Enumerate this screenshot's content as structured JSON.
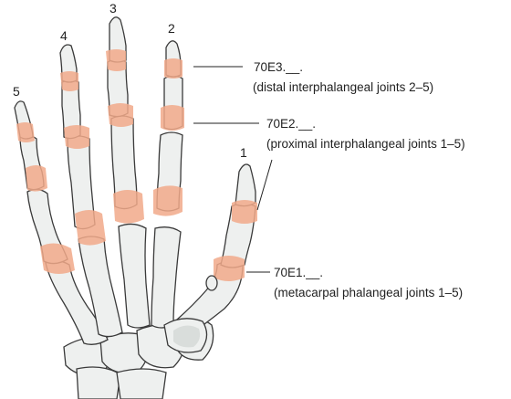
{
  "digits": [
    "1",
    "2",
    "3",
    "4",
    "5"
  ],
  "labels": [
    {
      "code": "70E3.__.",
      "description": "(distal interphalangeal joints 2–5)"
    },
    {
      "code": "70E2.__.",
      "description": "(proximal interphalangeal joints 1–5)"
    },
    {
      "code": "70E1.__.",
      "description": "(metacarpal phalangeal joints 1–5)"
    }
  ],
  "colors": {
    "joint": "#f1a98a",
    "bone": "#eef0ef",
    "outline": "#3a3a3a"
  }
}
